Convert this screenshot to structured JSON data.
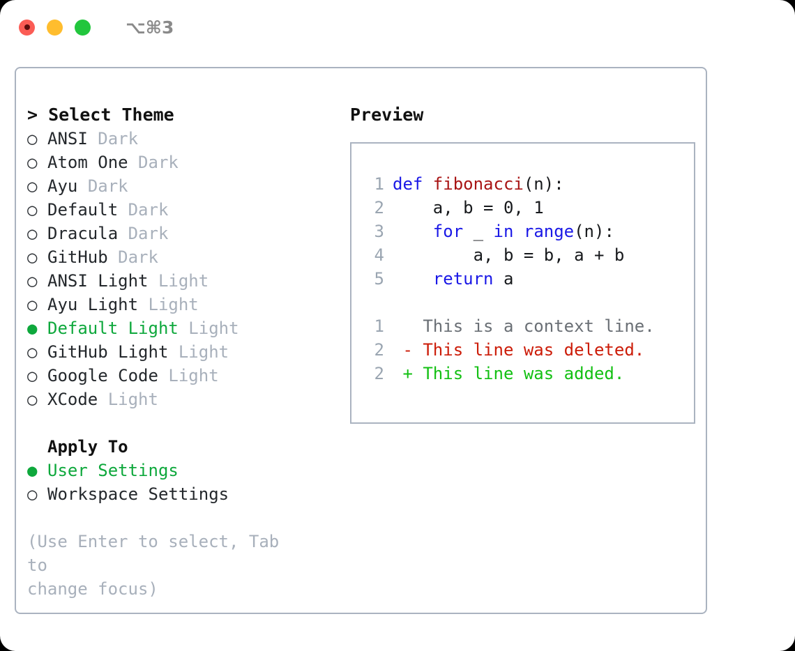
{
  "titlebar": {
    "shortcut": "⌥⌘3",
    "lights": [
      "close",
      "minimize",
      "maximize"
    ]
  },
  "theme_panel": {
    "header": "> Select Theme",
    "bullet_off": "○",
    "bullet_on": "●",
    "items": [
      {
        "bullet": "○",
        "label": "ANSI",
        "suffix": "Dark",
        "selected": false
      },
      {
        "bullet": "○",
        "label": "Atom One",
        "suffix": "Dark",
        "selected": false
      },
      {
        "bullet": "○",
        "label": "Ayu",
        "suffix": "Dark",
        "selected": false
      },
      {
        "bullet": "○",
        "label": "Default",
        "suffix": "Dark",
        "selected": false
      },
      {
        "bullet": "○",
        "label": "Dracula",
        "suffix": "Dark",
        "selected": false
      },
      {
        "bullet": "○",
        "label": "GitHub",
        "suffix": "Dark",
        "selected": false
      },
      {
        "bullet": "○",
        "label": "ANSI Light",
        "suffix": "Light",
        "selected": false
      },
      {
        "bullet": "○",
        "label": "Ayu Light",
        "suffix": "Light",
        "selected": false
      },
      {
        "bullet": "●",
        "label": "Default Light",
        "suffix": "Light",
        "selected": true
      },
      {
        "bullet": "○",
        "label": "GitHub Light",
        "suffix": "Light",
        "selected": false
      },
      {
        "bullet": "○",
        "label": "Google Code",
        "suffix": "Light",
        "selected": false
      },
      {
        "bullet": "○",
        "label": "XCode",
        "suffix": "Light",
        "selected": false
      }
    ]
  },
  "apply_to": {
    "heading": "Apply To",
    "items": [
      {
        "bullet": "●",
        "label": "User Settings",
        "selected": true
      },
      {
        "bullet": "○",
        "label": "Workspace Settings",
        "selected": false
      }
    ]
  },
  "hint": {
    "line1": "(Use Enter to select, Tab to",
    "line2": "change focus)"
  },
  "preview": {
    "title": "Preview",
    "code_lines": [
      {
        "ln": "1",
        "tokens": [
          {
            "t": "def ",
            "c": "kw"
          },
          {
            "t": "fibonacci",
            "c": "fn"
          },
          {
            "t": "(n):",
            "c": "txt"
          }
        ]
      },
      {
        "ln": "2",
        "tokens": [
          {
            "t": "    a, b = 0, 1",
            "c": "txt"
          }
        ]
      },
      {
        "ln": "3",
        "tokens": [
          {
            "t": "    ",
            "c": "txt"
          },
          {
            "t": "for",
            "c": "kw"
          },
          {
            "t": " _ ",
            "c": "txt"
          },
          {
            "t": "in range",
            "c": "kw"
          },
          {
            "t": "(n):",
            "c": "txt"
          }
        ]
      },
      {
        "ln": "4",
        "tokens": [
          {
            "t": "        a, b = b, a + b",
            "c": "txt"
          }
        ]
      },
      {
        "ln": "5",
        "tokens": [
          {
            "t": "    ",
            "c": "txt"
          },
          {
            "t": "return",
            "c": "kw"
          },
          {
            "t": " a",
            "c": "txt"
          }
        ]
      },
      {
        "ln": "",
        "tokens": [
          {
            "t": " ",
            "c": "txt"
          }
        ]
      },
      {
        "ln": "1",
        "tokens": [
          {
            "t": "   This is a context line.",
            "c": "ctx"
          }
        ]
      },
      {
        "ln": "2",
        "tokens": [
          {
            "t": " - This line was deleted.",
            "c": "del"
          }
        ]
      },
      {
        "ln": "2",
        "tokens": [
          {
            "t": " + This line was added.",
            "c": "add"
          }
        ]
      }
    ]
  },
  "colors": {
    "accent_green": "#0ea83c",
    "diff_added": "#13c013",
    "diff_deleted": "#cc1c08",
    "keyword_blue": "#1a18e6",
    "function_red": "#a81414",
    "muted": "#a8b0bb",
    "border": "#aab3c0",
    "light_close": "#fb5c55",
    "light_minimize": "#ffbd2e",
    "light_maximize": "#22c63d"
  }
}
